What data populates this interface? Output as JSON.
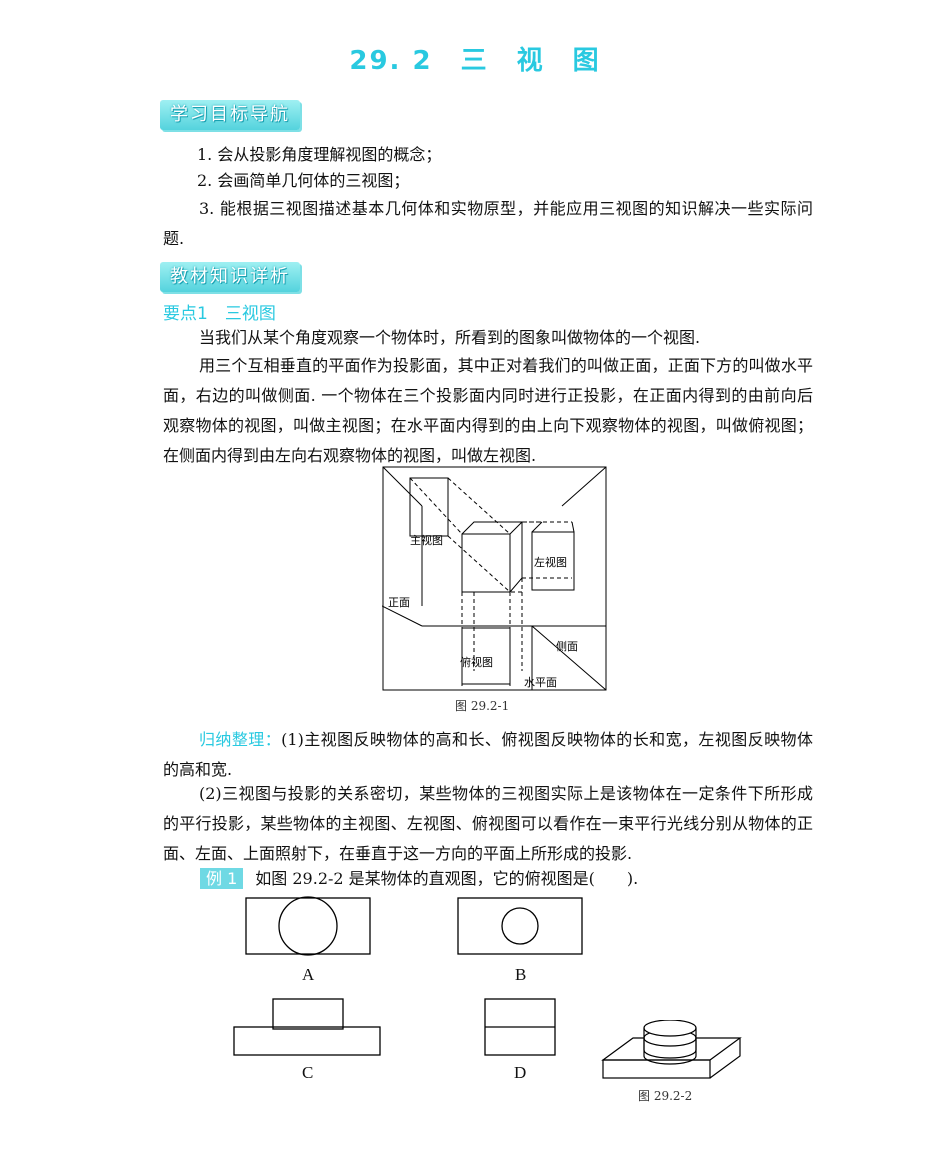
{
  "title": {
    "number": "29. 2",
    "chars": [
      "三",
      "视",
      "图"
    ]
  },
  "section_goals": {
    "banner": "学习目标导航",
    "items": [
      "1. 会从投影角度理解视图的概念；",
      "2. 会画简单几何体的三视图；",
      "3. 能根据三视图描述基本几何体和实物原型，并能应用三视图的知识解决一些实际问题."
    ]
  },
  "section_knowledge": {
    "banner": "教材知识详析",
    "point_title": "要点1　三视图",
    "paragraphs": [
      "当我们从某个角度观察一个物体时，所看到的图象叫做物体的一个视图.",
      "用三个互相垂直的平面作为投影面，其中正对着我们的叫做正面，正面下方的叫做水平面，右边的叫做侧面. 一个物体在三个投影面内同时进行正投影，在正面内得到的由前向后观察物体的视图，叫做主视图；在水平面内得到的由上向下观察物体的视图，叫做俯视图；在侧面内得到由左向右观察物体的视图，叫做左视图."
    ]
  },
  "figure1": {
    "caption": "图 29.2-1",
    "labels": {
      "front_view": "主视图",
      "left_view": "左视图",
      "front_plane": "正面",
      "side_plane": "侧面",
      "top_view": "俯视图",
      "horizontal_plane": "水平面"
    }
  },
  "summary": {
    "label": "归纳整理",
    "colon": "：",
    "p1": "(1)主视图反映物体的高和长、俯视图反映物体的长和宽，左视图反映物体的高和宽.",
    "p2": "(2)三视图与投影的关系密切，某些物体的三视图实际上是该物体在一定条件下所形成的平行投影，某些物体的主视图、左视图、俯视图可以看作在一束平行光线分别从物体的正面、左面、上面照射下，在垂直于这一方向的平面上所形成的投影."
  },
  "example": {
    "tag": "例 1",
    "question": "如图 29.2-2 是某物体的直观图，它的俯视图是(　　).",
    "options": [
      "A",
      "B",
      "C",
      "D"
    ],
    "figure_caption": "图 29.2-2"
  }
}
